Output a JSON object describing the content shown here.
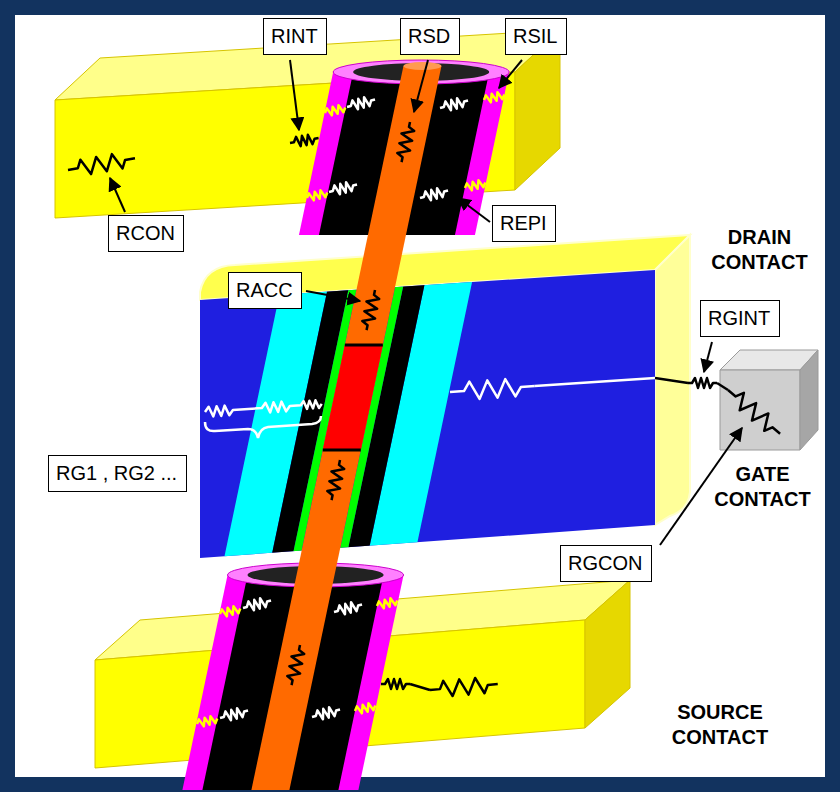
{
  "diagram": {
    "nodes": [
      {
        "text": [
          "RINT"
        ]
      },
      {
        "text": [
          "RSD"
        ]
      },
      {
        "text": [
          "RSIL"
        ]
      },
      {
        "text": [
          "RCON"
        ]
      },
      {
        "text": [
          "REPI"
        ]
      },
      {
        "text": [
          "RACC"
        ]
      },
      {
        "text": [
          "RGINT"
        ]
      },
      {
        "text": [
          "RG1 , RG2 ..."
        ]
      },
      {
        "text": [
          "RGCON"
        ]
      }
    ],
    "labels": [
      "DRAIN CONTACT",
      "GATE CONTACT",
      "SOURCE CONTACT"
    ]
  }
}
